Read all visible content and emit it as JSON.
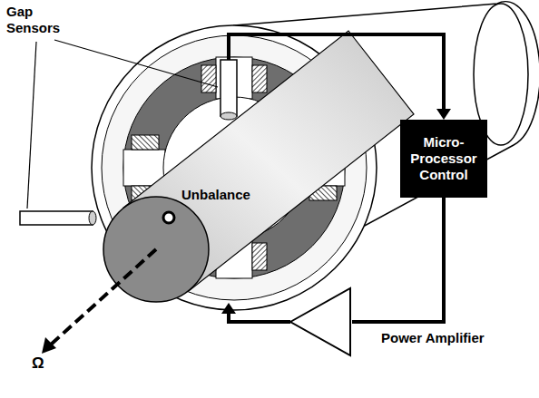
{
  "diagram": {
    "nodes": [
      {
        "text": [
          "Micro-Processor Control"
        ]
      },
      {
        "text": [
          "Power Amplifier"
        ]
      }
    ],
    "edges": [
      {
        "from": 0,
        "to": 1,
        "arrow": "none"
      }
    ],
    "labels": [
      "Gap Sensors",
      "Unbalance",
      "Ω"
    ]
  }
}
